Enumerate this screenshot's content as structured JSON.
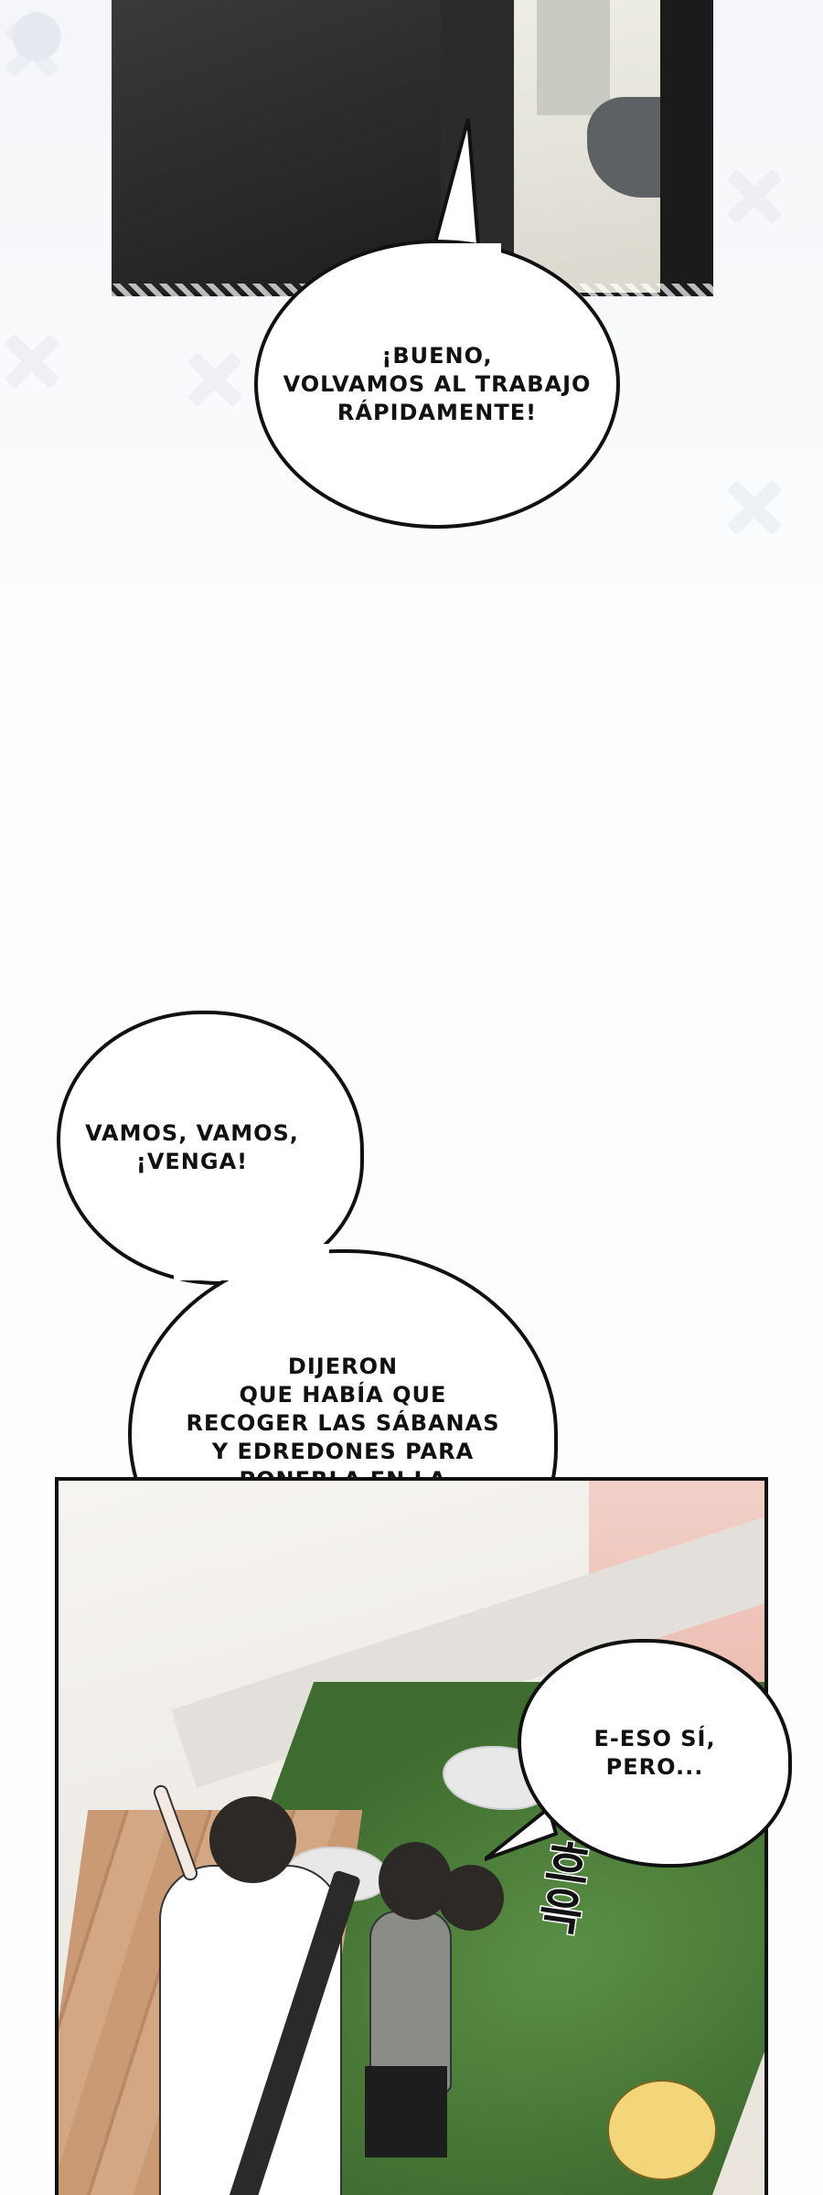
{
  "bubbles": {
    "b1": "¡BUENO,\nVOLVAMOS AL TRABAJO\nRÁPIDAMENTE!",
    "b2": "VAMOS, VAMOS,\n¡VENGA!",
    "b3": "DIJERON\nQUE HABÍA QUE\nRECOGER LAS SÁBANAS\nY EDREDONES PARA\nPONERLA EN LA\nLAVADORA.",
    "b4": "E-ESO SÍ,\nPERO..."
  },
  "sfx": {
    "gasp": "흐윽"
  },
  "colors": {
    "ink": "#111111",
    "lawn": "#4f8a3c",
    "deck": "#c99a74",
    "pink_wall": "#eebfb3"
  }
}
